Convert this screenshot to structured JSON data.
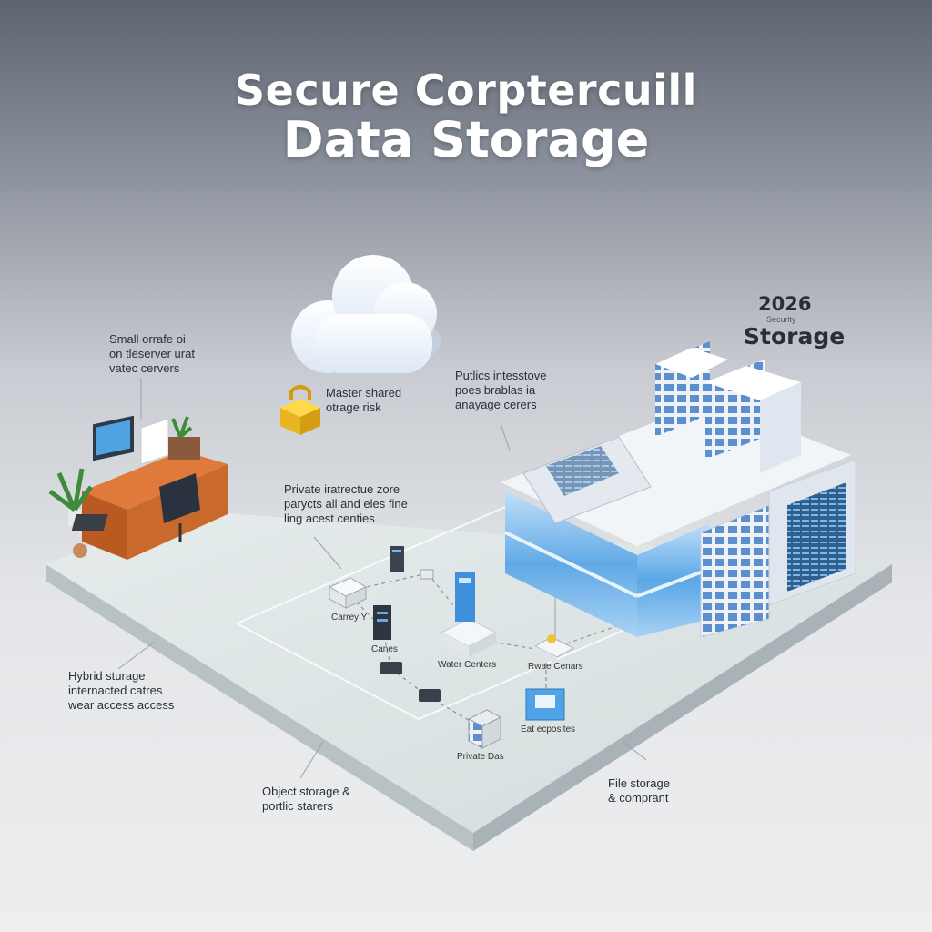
{
  "title": {
    "line1": "Secure Corptercuill",
    "line2": "Data Storage"
  },
  "badge": {
    "year": "2026",
    "subtitle": "Security",
    "main": "Storage"
  },
  "callouts": {
    "small_office": "Small orrafe oi\non tleserver urat\nvatec cervers",
    "shared_risk": "Master shared\notrage risk",
    "public_data": "Putlics intesstove\npoes brablas ia\nanayage cerers",
    "private_infra": "Private iratrectue zore\nparycts all and eles fine\nling acest centies",
    "hybrid": "Hybrid sturage\ninternacted catres\nwear access access",
    "object_storage": "Object storage &\nportlic starers",
    "file_storage": "File storage\n& comprant"
  },
  "device_labels": {
    "carney": "Carrey Y",
    "canes": "Canes",
    "water_centers": "Water Centers",
    "rwae_cenars": "Rwae Cenars",
    "private_das": "Private Das",
    "eat_ecposites": "Eat ecposites"
  },
  "colors": {
    "platform_top": "#dbe3e4",
    "platform_side": "#b9c2c5",
    "building_blue": "#4a90d9",
    "desk_wood": "#c8662e",
    "lock_yellow": "#f2c230"
  }
}
